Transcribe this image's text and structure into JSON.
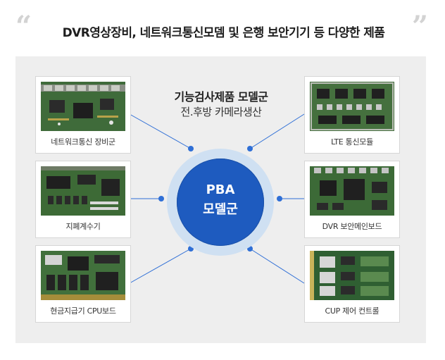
{
  "headline": {
    "open_quote": "“",
    "text": "DVR영상장비, 네트워크통신모뎀 및 은행 보안기기 등 다양한 제품",
    "close_quote": "”"
  },
  "center": {
    "title": "기능검사제품 모델군",
    "subtitle": "전.후방 카메라생산",
    "hub_line1": "PBA",
    "hub_line2": "모델군"
  },
  "products": [
    {
      "label": "네트워크통신 장비군"
    },
    {
      "label": "지폐계수기"
    },
    {
      "label": "현금지급기 CPU보드"
    },
    {
      "label": "LTE 통신모듈"
    },
    {
      "label": "DVR 보안메인보드"
    },
    {
      "label": "CUP 제어 컨트롤"
    }
  ],
  "colors": {
    "hub": "#1e5bbf",
    "hub_ring": "#cfe0f2",
    "connector": "#2f6fd6",
    "panel": "#eeeeee",
    "board_green": "#3f6b3a"
  }
}
